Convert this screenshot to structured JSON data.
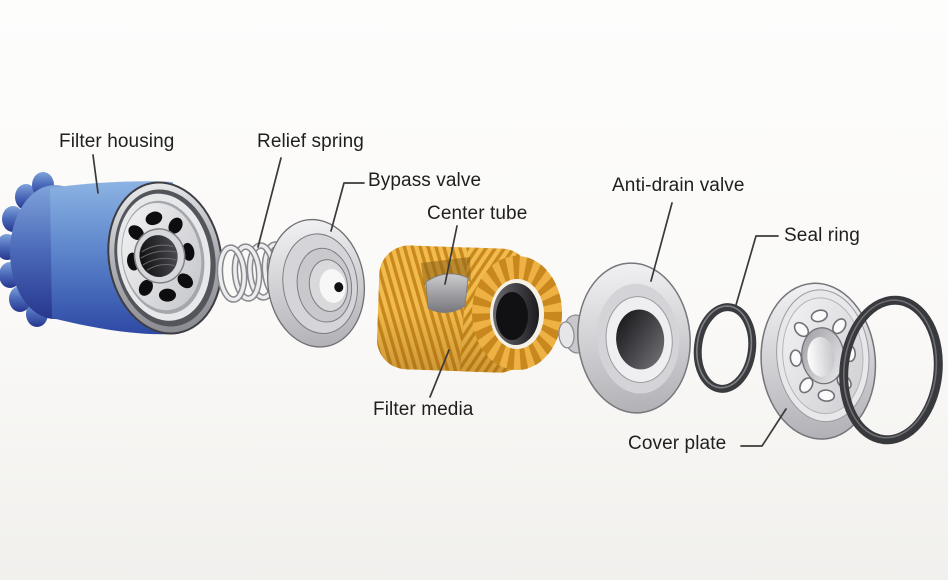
{
  "diagram": {
    "type": "exploded-view-diagram",
    "parts": [
      {
        "id": "filter-housing",
        "label": "Filter housing"
      },
      {
        "id": "relief-spring",
        "label": "Relief spring"
      },
      {
        "id": "bypass-valve",
        "label": "Bypass valve"
      },
      {
        "id": "center-tube",
        "label": "Center tube"
      },
      {
        "id": "anti-drain-valve",
        "label": "Anti-drain valve"
      },
      {
        "id": "seal-ring",
        "label": "Seal ring"
      },
      {
        "id": "filter-media",
        "label": "Filter media"
      },
      {
        "id": "cover-plate",
        "label": "Cover plate"
      }
    ],
    "colors": {
      "background_top": "#fdfdfc",
      "background_bottom": "#f1f0ed",
      "housing_blue": "#4f7ac4",
      "housing_blue_dark": "#2b3c92",
      "filter_media_yellow": "#f1bb4e",
      "filter_media_shadow": "#c9881e",
      "metal_light": "#ececee",
      "metal_mid": "#b9b9bd",
      "rubber_dark": "#3a3b3f",
      "label_text": "#1f1f1f",
      "leader_line": "#3a3a3a"
    }
  }
}
